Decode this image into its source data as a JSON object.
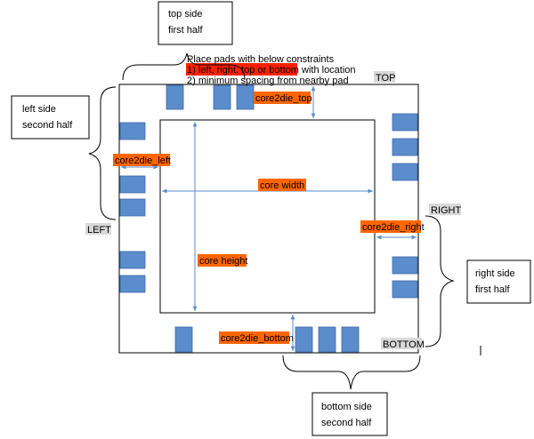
{
  "colors": {
    "pad": "#5b8ccc",
    "pad_border": "#3a6aa8",
    "highlight": "#ff6600",
    "highlight_red": "#ff2200",
    "gray_label_bg": "#d9d9d9",
    "arrow": "#5b8ccc",
    "outline": "#000000"
  },
  "instructions": {
    "line1": "Place pads with below constraints",
    "line2": "1) left, right, top or bottom with location",
    "line3": "2) minimum spacing from nearby pad"
  },
  "side_labels": {
    "top": "TOP",
    "left": "LEFT",
    "right": "RIGHT",
    "bottom": "BOTTOM"
  },
  "callouts": {
    "top_first_half": [
      "top side",
      "first half"
    ],
    "left_second_half": [
      "left side",
      "second half"
    ],
    "right_first_half": [
      "right side",
      "first half"
    ],
    "bottom_second_half": [
      "bottom side",
      "second half"
    ]
  },
  "dimensions": {
    "core2die_top": "core2die_top",
    "core2die_left": "core2die_left",
    "core2die_right": "core2die_right",
    "core2die_bottom": "core2die_bottom",
    "core_width": "core width",
    "core_height": "core height"
  },
  "icons": {
    "cursor": "text-cursor-icon"
  }
}
